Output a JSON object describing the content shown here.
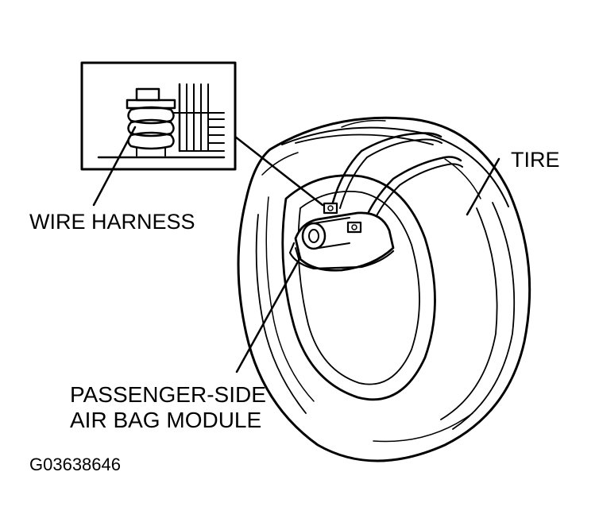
{
  "labels": {
    "tire": "TIRE",
    "wire_harness": "WIRE HARNESS",
    "module_line1": "PASSENGER-SIDE",
    "module_line2": "AIR BAG MODULE",
    "figure_code": "G03638646"
  },
  "colors": {
    "ink": "#000000",
    "paper": "#ffffff"
  }
}
